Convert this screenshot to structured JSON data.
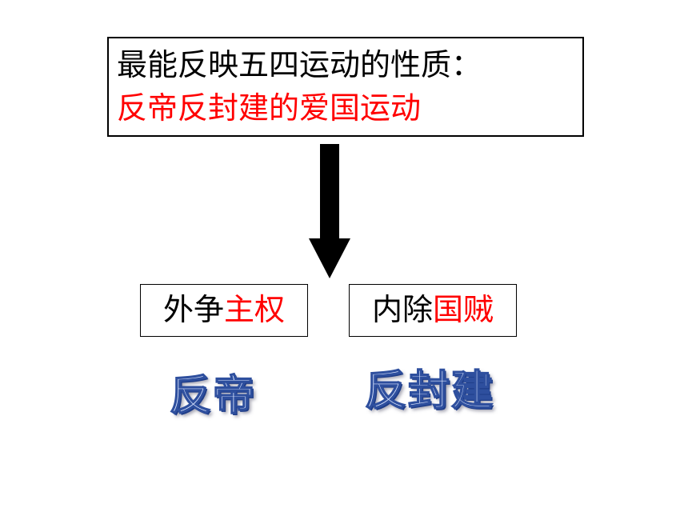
{
  "top_box": {
    "line1": "最能反映五四运动的性质：",
    "line2": "反帝反封建的爱国运动"
  },
  "left_box": {
    "black_text": "外争",
    "red_text": "主权"
  },
  "right_box": {
    "black_text": "内除",
    "red_text": "国贼"
  },
  "labels": {
    "left": "反帝",
    "right": "反封建"
  },
  "colors": {
    "emphasis": "#ff0000",
    "wordart_outline": "#2e4f9e",
    "wordart_fill": "#dbe6ff"
  },
  "icons": {
    "arrow": "down-arrow-icon"
  }
}
